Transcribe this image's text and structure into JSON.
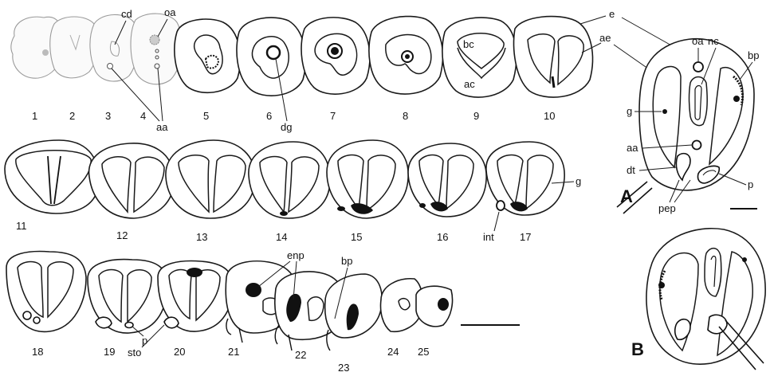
{
  "sections": {
    "row1": [
      "1",
      "2",
      "3",
      "4",
      "5",
      "6",
      "7",
      "8",
      "9",
      "10"
    ],
    "row2": [
      "11",
      "12",
      "13",
      "14",
      "15",
      "16",
      "17"
    ],
    "row3": [
      "18",
      "19",
      "20",
      "21",
      "22",
      "23",
      "24",
      "25"
    ]
  },
  "labels": {
    "cd": "cd",
    "oa": "oa",
    "aa": "aa",
    "dg": "dg",
    "e": "e",
    "ae": "ae",
    "bc": "bc",
    "ac": "ac",
    "g": "g",
    "int": "int",
    "p": "p",
    "sto": "sto",
    "enp": "enp",
    "bp": "bp",
    "nc": "nc",
    "dt": "dt",
    "pep": "pep"
  },
  "panels": {
    "A": "A",
    "B": "B"
  }
}
